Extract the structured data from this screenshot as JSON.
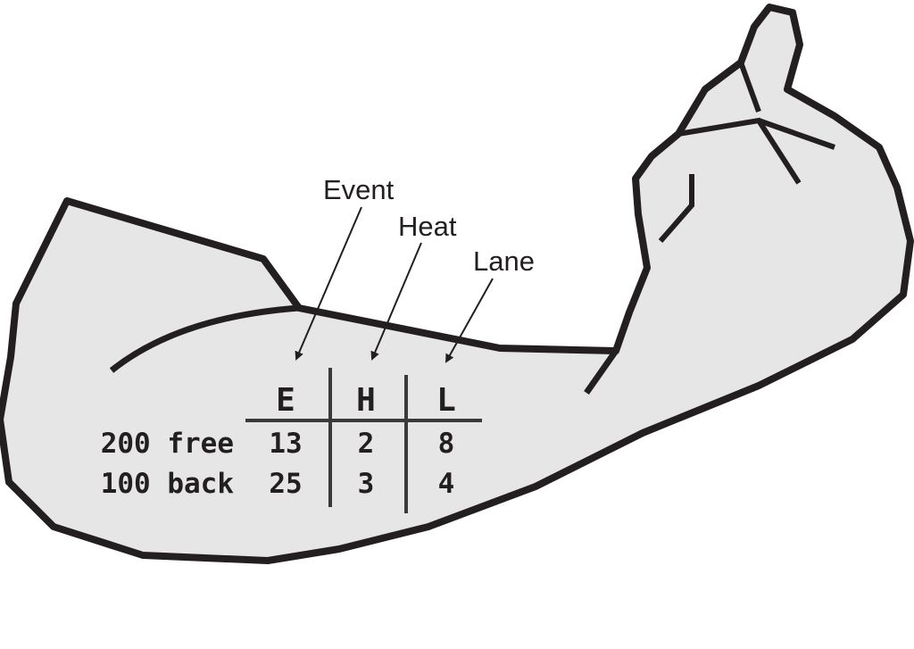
{
  "labels": {
    "event": "Event",
    "heat": "Heat",
    "lane": "Lane"
  },
  "table": {
    "headers": [
      "E",
      "H",
      "L"
    ],
    "rows": [
      {
        "name": "200 free",
        "values": [
          "13",
          "2",
          "8"
        ]
      },
      {
        "name": "100 back",
        "values": [
          "25",
          "3",
          "4"
        ]
      }
    ]
  },
  "colors": {
    "skin": "#e6e6e6",
    "ink": "#231f20"
  }
}
